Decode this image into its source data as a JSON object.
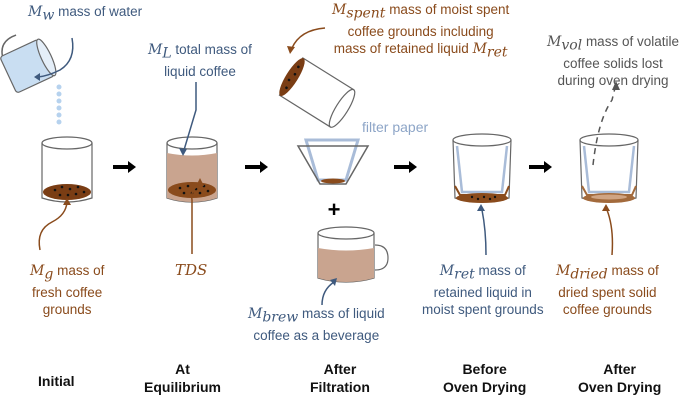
{
  "figure": {
    "colors": {
      "water": "#c9def2",
      "liquid_coffee": "#c9a48f",
      "grounds": "#7a3d14",
      "blue_text": "#3f5a7e",
      "brown_text": "#8a4b1c",
      "filter_paper": "#a9bcd8"
    },
    "labels": {
      "mw": {
        "symbol": "M",
        "sub": "w",
        "text": "mass of water"
      },
      "ml": {
        "symbol": "M",
        "sub": "L",
        "line1": "total mass of",
        "line2": "liquid coffee"
      },
      "mspent": {
        "symbol": "M",
        "sub": "spent",
        "line1": "mass of moist spent",
        "line2": "coffee grounds including",
        "line3": "mass of retained liquid",
        "sym2": "M",
        "sub2": "ret"
      },
      "filter": "filter paper",
      "mvol": {
        "symbol": "M",
        "sub": "vol",
        "line1": "mass of volatile",
        "line2": "coffee solids lost",
        "line3": "during oven drying"
      },
      "mg": {
        "symbol": "M",
        "sub": "g",
        "line1": "mass of",
        "line2": "fresh coffee",
        "line3": "grounds"
      },
      "tds": "TDS",
      "mbrew": {
        "symbol": "M",
        "sub": "brew",
        "line1": "mass of liquid",
        "line2": "coffee as a beverage"
      },
      "mret": {
        "symbol": "M",
        "sub": "ret",
        "line1": "mass of",
        "line2": "retained liquid in",
        "line3": "moist spent grounds"
      },
      "mdried": {
        "symbol": "M",
        "sub": "dried",
        "line1": "mass of",
        "line2": "dried spent solid",
        "line3": "coffee grounds"
      },
      "plus": "+"
    },
    "stages": [
      {
        "line1": "Initial",
        "line2": ""
      },
      {
        "line1": "At",
        "line2": "Equilibrium"
      },
      {
        "line1": "After",
        "line2": "Filtration"
      },
      {
        "line1": "Before",
        "line2": "Oven Drying"
      },
      {
        "line1": "After",
        "line2": "Oven Drying"
      }
    ]
  }
}
